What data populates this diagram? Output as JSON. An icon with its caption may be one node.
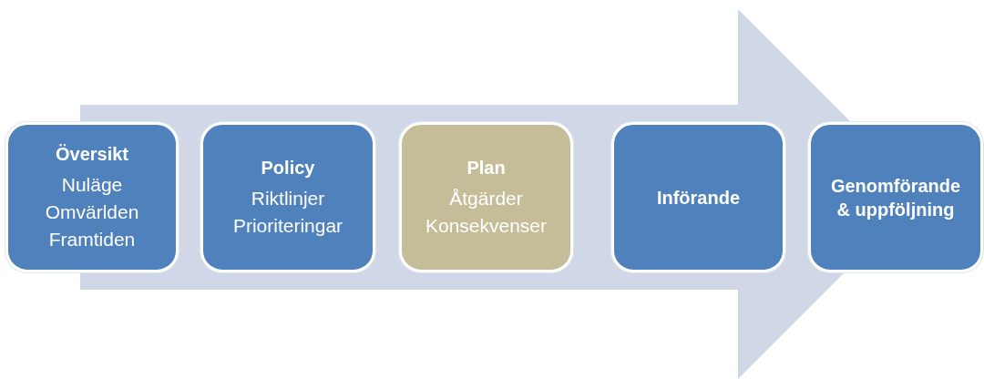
{
  "diagram": {
    "nodes": [
      {
        "text": [
          "Översikt",
          "Nuläge Omvärlden Framtiden"
        ]
      },
      {
        "text": [
          "Policy",
          "Riktlinjer Prioriteringar"
        ]
      },
      {
        "text": [
          "Plan",
          "Åtgärder Konsekvenser"
        ]
      },
      {
        "text": [
          "Införande"
        ]
      },
      {
        "text": [
          "Genomförande & uppföljning"
        ]
      }
    ],
    "edges": [
      {
        "from": 0,
        "to": 4,
        "arrow": "to"
      }
    ]
  }
}
